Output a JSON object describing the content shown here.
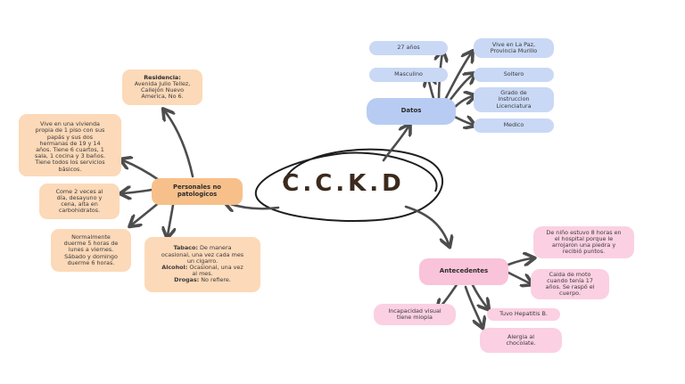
{
  "center": {
    "title": "C.C.K.D"
  },
  "personal": {
    "label": "Personales no patologicos",
    "residencia": {
      "label": "Residencia:",
      "lines": [
        "Avenida Julio Tellez,",
        "Callejón Nuevo",
        "America, No 6."
      ]
    },
    "vivienda": [
      "Vive en una vivienda",
      "propia de 1 piso con sus",
      "papás y sus dos",
      "hermanas de 19 y 14",
      "años. Tiene 6 cuartos, 1",
      "sala, 1 cocina y 3 baños.",
      "Tiene todos los servicios",
      "básicos."
    ],
    "comidas": [
      "Come 2 veces al",
      "día, desayuno y",
      "cena, alta en",
      "carbohidratos."
    ],
    "sueno": [
      "Normalmente",
      "duerme 5 horas de",
      "lunes a viernes.",
      "Sábado y domingo",
      "duerme 6 horas."
    ],
    "habitos": {
      "tabaco_label": "Tabaco:",
      "tabaco_text": "De manera",
      "tabaco_lines": [
        "ocasional, una vez cada mes",
        "un cigarro."
      ],
      "alcohol_label": "Alcohol:",
      "alcohol_text": "Ocasional, una vez",
      "alcohol_line": "al mes.",
      "drogas_label": "Drogas:",
      "drogas_text": "No refiere."
    }
  },
  "datos": {
    "label": "Datos",
    "edad": "27 años",
    "sexo": "Masculino",
    "residencia": [
      "Vive en La Paz,",
      "Provincia Murillo"
    ],
    "estado_civil": "Soltero",
    "instruccion": [
      "Grado de",
      "instruccion",
      "Licenciatura"
    ],
    "ocupacion": "Medico"
  },
  "antecedentes": {
    "label": "Antecedentes",
    "hospital": [
      "De niño estuvo 8 horas en",
      "el hospital porque le",
      "arrojaron una piedra y",
      "recibió puntos."
    ],
    "caida": [
      "Caida de moto",
      "cuando tenía 17",
      "años. Se raspó el",
      "cuerpo."
    ],
    "visual": [
      "Incapacidad visual",
      "tiene miopia"
    ],
    "hepatitis": "Tuvo Hepatitis B.",
    "alergia": [
      "Alergia al",
      "chocolate."
    ]
  },
  "colors": {
    "arrow": "#4d4d4d",
    "peach": "#fcd9b8",
    "blue": "#c9d8f5",
    "pink": "#fbd0e2"
  }
}
